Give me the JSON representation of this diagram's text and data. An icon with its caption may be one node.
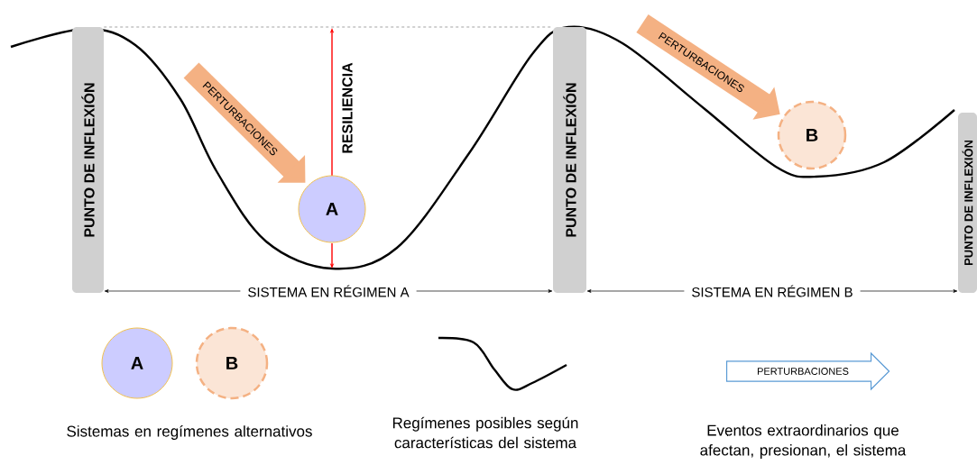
{
  "diagram": {
    "nodes": [
      {
        "text": [
          "PUNTO DE INFLEXIÓN"
        ]
      },
      {
        "text": [
          "PUNTO DE INFLEXIÓN"
        ]
      },
      {
        "text": [
          "PUNTO DE INFLEXIÓN"
        ]
      },
      {
        "text": [
          "A"
        ]
      },
      {
        "text": [
          "B"
        ]
      },
      {
        "text": [
          "A"
        ]
      },
      {
        "text": [
          "B"
        ]
      },
      {
        "text": [
          "PERTURBACIONES"
        ]
      }
    ],
    "edges": [
      {
        "from": null,
        "to": 3,
        "arrow": "to",
        "label": "PERTURBACIONES",
        "style": "thick",
        "color": "#f4b183"
      },
      {
        "from": null,
        "to": 4,
        "arrow": "to",
        "label": "PERTURBACIONES",
        "style": "thick",
        "color": "#f4b183"
      },
      {
        "from": 0,
        "to": 1,
        "arrow": "none",
        "style": "dashed",
        "color": "#666666"
      },
      {
        "from": 0,
        "to": 1,
        "arrow": "both",
        "label": "SISTEMA EN RÉGIMEN A",
        "color": "#000000"
      },
      {
        "from": 1,
        "to": 2,
        "arrow": "both",
        "label": "SISTEMA EN RÉGIMEN B",
        "color": "#000000"
      }
    ],
    "labels": [
      "RESILIENCIA",
      "Sistemas en regímenes alternativos",
      "Regímenes posibles según características del sistema",
      "Eventos extraordinarios que afectan, presionan, el sistema"
    ]
  }
}
